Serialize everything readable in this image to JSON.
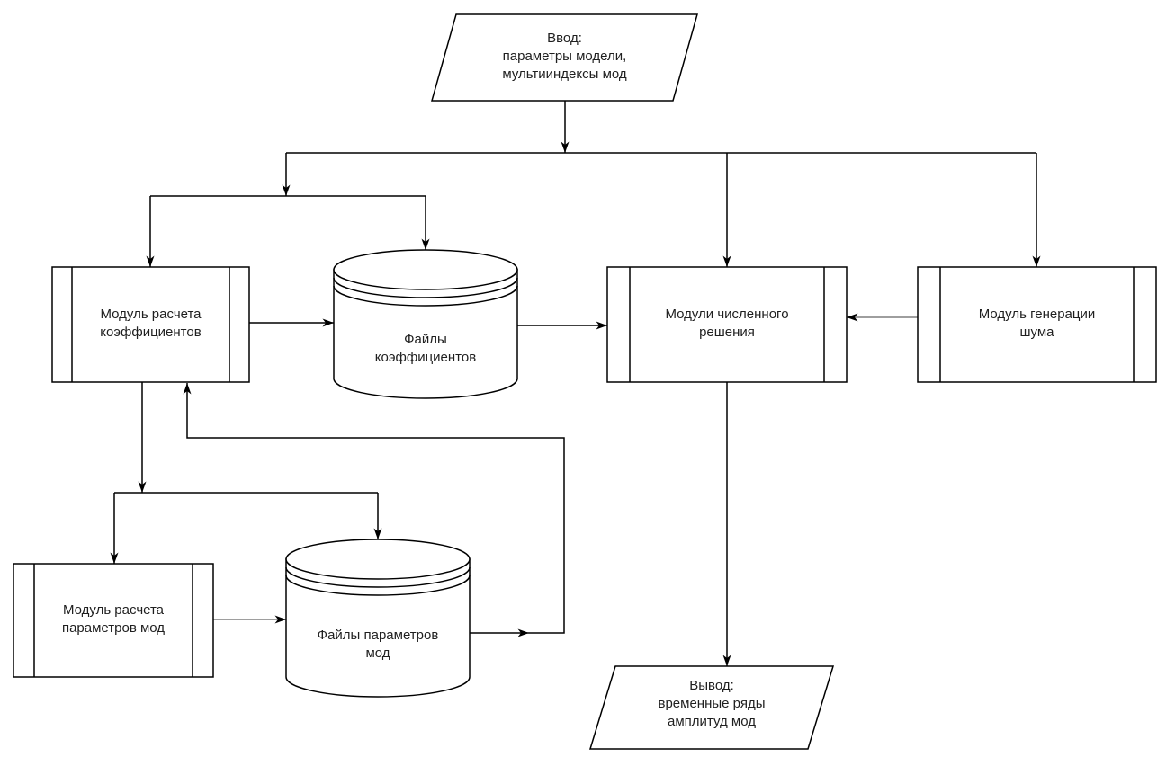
{
  "diagram": {
    "nodes": {
      "input": {
        "shape": "parallelogram",
        "label": "Ввод:\nпараметры модели,\nмультииндексы мод"
      },
      "coeff_calc": {
        "shape": "predefined-process",
        "label": "Модуль расчета\nкоэффициентов"
      },
      "coeff_files": {
        "shape": "cylinder",
        "label": "Файлы\nкоэффициентов"
      },
      "solvers": {
        "shape": "predefined-process",
        "label": "Модули численного\nрешения"
      },
      "noise_gen": {
        "shape": "predefined-process",
        "label": "Модуль генерации\nшума"
      },
      "mode_params_calc": {
        "shape": "predefined-process",
        "label": "Модуль расчета\nпараметров мод"
      },
      "mode_params_files": {
        "shape": "cylinder",
        "label": "Файлы параметров\nмод"
      },
      "output": {
        "shape": "parallelogram",
        "label": "Вывод:\nвременные ряды\nамплитуд мод"
      }
    },
    "edges": [
      {
        "from": "input",
        "to": "coeff_calc",
        "color": "#000000"
      },
      {
        "from": "input",
        "to": "coeff_files",
        "color": "#000000"
      },
      {
        "from": "input",
        "to": "solvers",
        "color": "#000000"
      },
      {
        "from": "input",
        "to": "noise_gen",
        "color": "#000000"
      },
      {
        "from": "coeff_calc",
        "to": "coeff_files",
        "color": "#000000"
      },
      {
        "from": "coeff_files",
        "to": "solvers",
        "color": "#000000"
      },
      {
        "from": "noise_gen",
        "to": "solvers",
        "color": "#9e9e9e"
      },
      {
        "from": "coeff_calc",
        "to": "mode_params_calc",
        "color": "#000000"
      },
      {
        "from": "coeff_calc",
        "to": "mode_params_files",
        "color": "#000000"
      },
      {
        "from": "mode_params_calc",
        "to": "mode_params_files",
        "color": "#9e9e9e"
      },
      {
        "from": "mode_params_files",
        "to": "coeff_calc",
        "color": "#000000"
      },
      {
        "from": "solvers",
        "to": "output",
        "color": "#000000"
      }
    ],
    "colors": {
      "connector": "#000000",
      "secondary_connector": "#9e9e9e",
      "shape_border": "#000000",
      "shape_fill": "#ffffff",
      "text": "#1f1f1f",
      "canvas": "#ffffff"
    }
  }
}
